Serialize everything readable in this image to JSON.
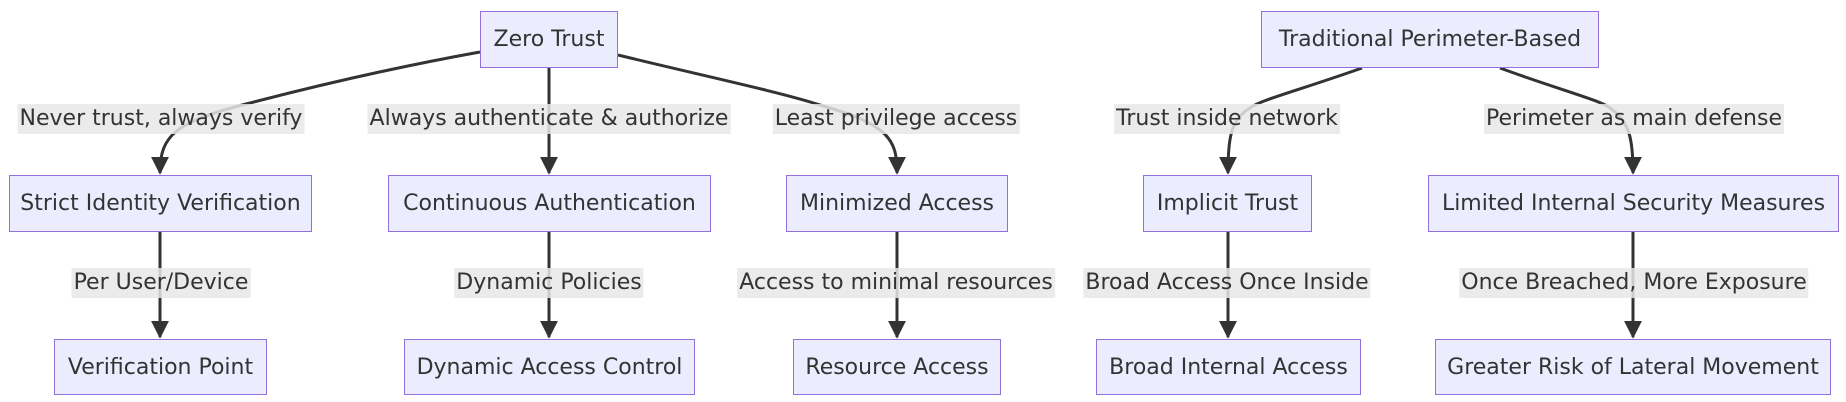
{
  "nodes": {
    "zero_trust": "Zero Trust",
    "traditional": "Traditional Perimeter-Based",
    "strict_identity": "Strict Identity Verification",
    "continuous_auth": "Continuous Authentication",
    "minimized_access": "Minimized Access",
    "implicit_trust": "Implicit Trust",
    "limited_internal": "Limited Internal Security Measures",
    "verification_point": "Verification Point",
    "dynamic_access": "Dynamic Access Control",
    "resource_access": "Resource Access",
    "broad_internal": "Broad Internal Access",
    "greater_risk": "Greater Risk of Lateral Movement"
  },
  "edges": {
    "never_trust": "Never trust, always verify",
    "always_auth": "Always authenticate & authorize",
    "least_priv": "Least privilege access",
    "trust_inside": "Trust inside network",
    "perimeter": "Perimeter as main defense",
    "per_user": "Per User/Device",
    "dyn_policies": "Dynamic Policies",
    "access_minimal": "Access to minimal resources",
    "broad_once": "Broad Access Once Inside",
    "once_breached": "Once Breached, More Exposure"
  },
  "colors": {
    "node_fill": "#ECECFF",
    "node_border": "#9370DB",
    "edge": "#333333",
    "label_bg": "#E8E8E8"
  }
}
